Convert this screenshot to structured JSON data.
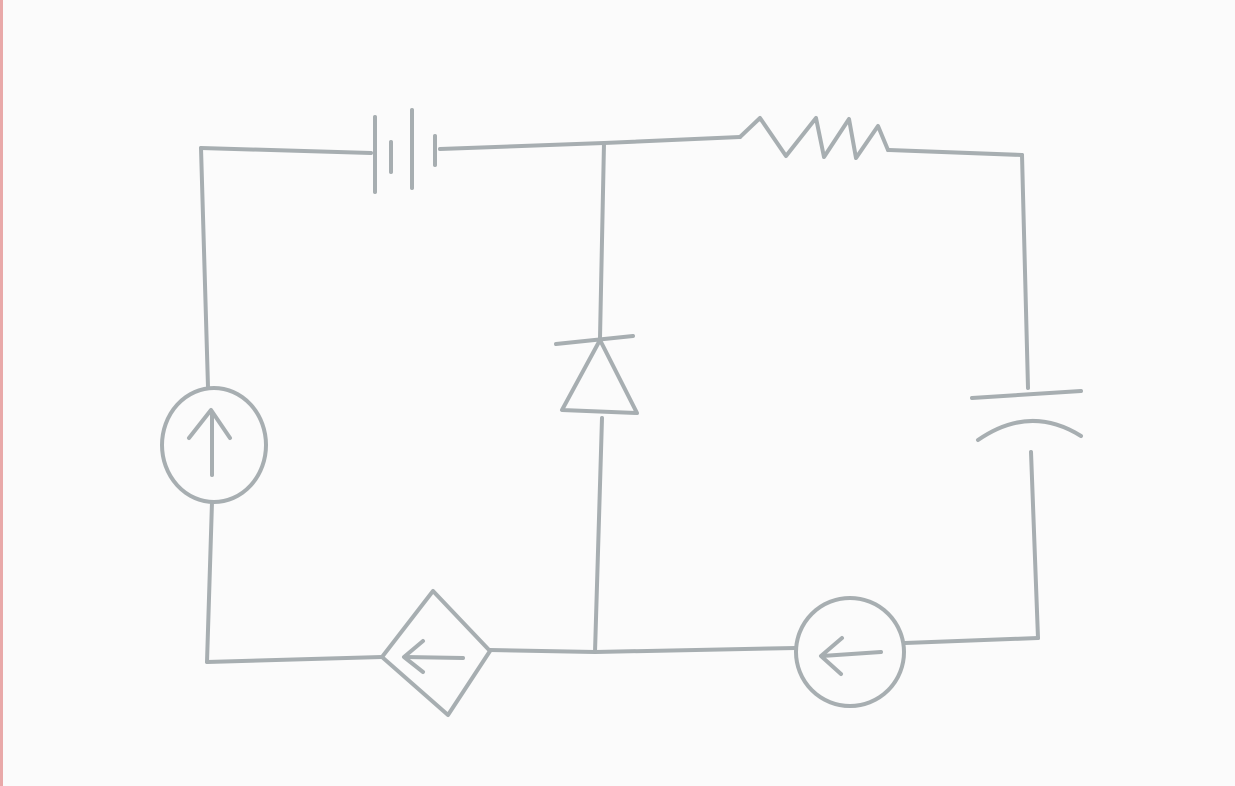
{
  "sketch": {
    "pencil_color": "#a7aeb1",
    "paper_color": "#fbfbfb",
    "margin_color": "#e9a9a9"
  },
  "components": [
    {
      "name": "battery",
      "icon": "battery-icon"
    },
    {
      "name": "resistor",
      "icon": "resistor-icon"
    },
    {
      "name": "diode",
      "icon": "diode-icon"
    },
    {
      "name": "capacitor",
      "icon": "polarized-capacitor-icon"
    },
    {
      "name": "current-source",
      "icon": "current-source-up-arrow-icon"
    },
    {
      "name": "dependent-current-source",
      "icon": "dependent-current-source-left-arrow-icon"
    },
    {
      "name": "current-source",
      "icon": "current-source-left-arrow-icon"
    }
  ]
}
